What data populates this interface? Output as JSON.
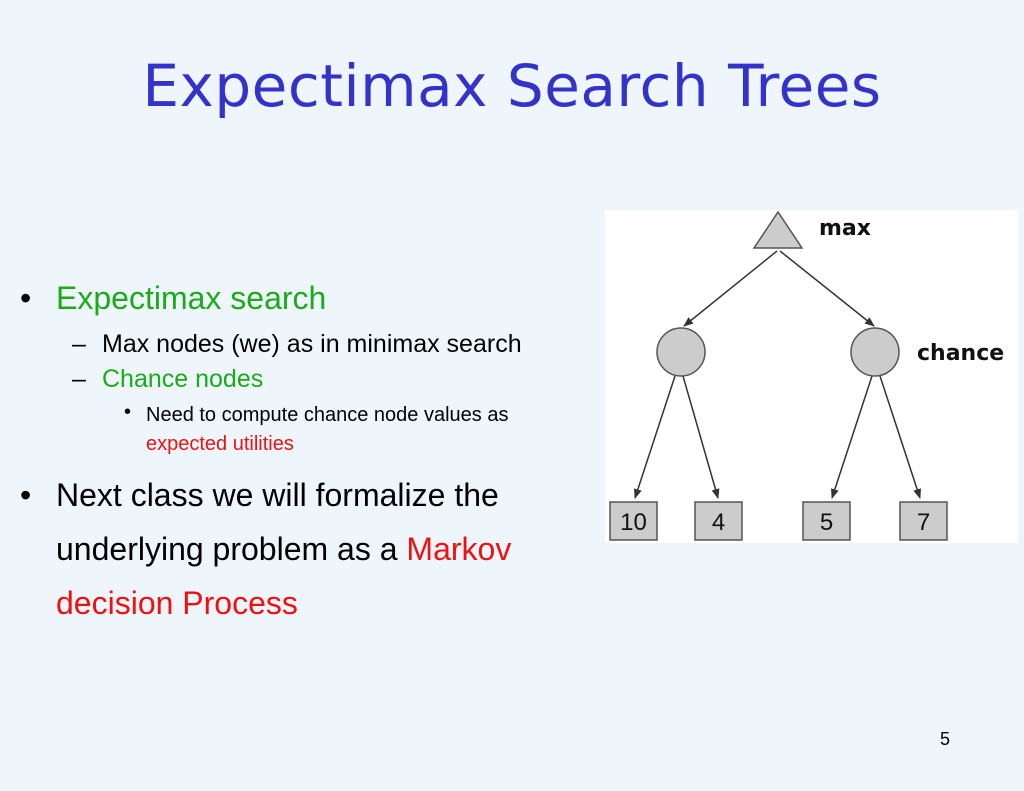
{
  "slide": {
    "title": "Expectimax Search Trees",
    "page_number": "5"
  },
  "bullets": {
    "b1": {
      "marker": "•",
      "text": "Expectimax search",
      "color": "#1aaa1a",
      "sub1": {
        "marker": "–",
        "text": "Max nodes (we) as in minimax search"
      },
      "sub2": {
        "marker": "–",
        "text": "Chance nodes",
        "color": "#1aaa1a",
        "sub": {
          "marker": "•",
          "text_black": "Need to compute chance node values as",
          "text_red": "expected utilities"
        }
      }
    },
    "b2": {
      "marker": "•",
      "text_black": "Next class we will formalize the underlying problem as a",
      "text_red": "Markov decision Process"
    }
  },
  "tree": {
    "root_label": "max",
    "chance_label": "chance",
    "leaves": [
      "10",
      "4",
      "5",
      "7"
    ],
    "colors": {
      "node_fill": "#cccccc",
      "stroke": "#555555",
      "edge": "#333333"
    }
  },
  "colors": {
    "background": "#eef6fc",
    "title": "#3333cc",
    "green": "#1aaa1a",
    "red": "#ee1111"
  }
}
